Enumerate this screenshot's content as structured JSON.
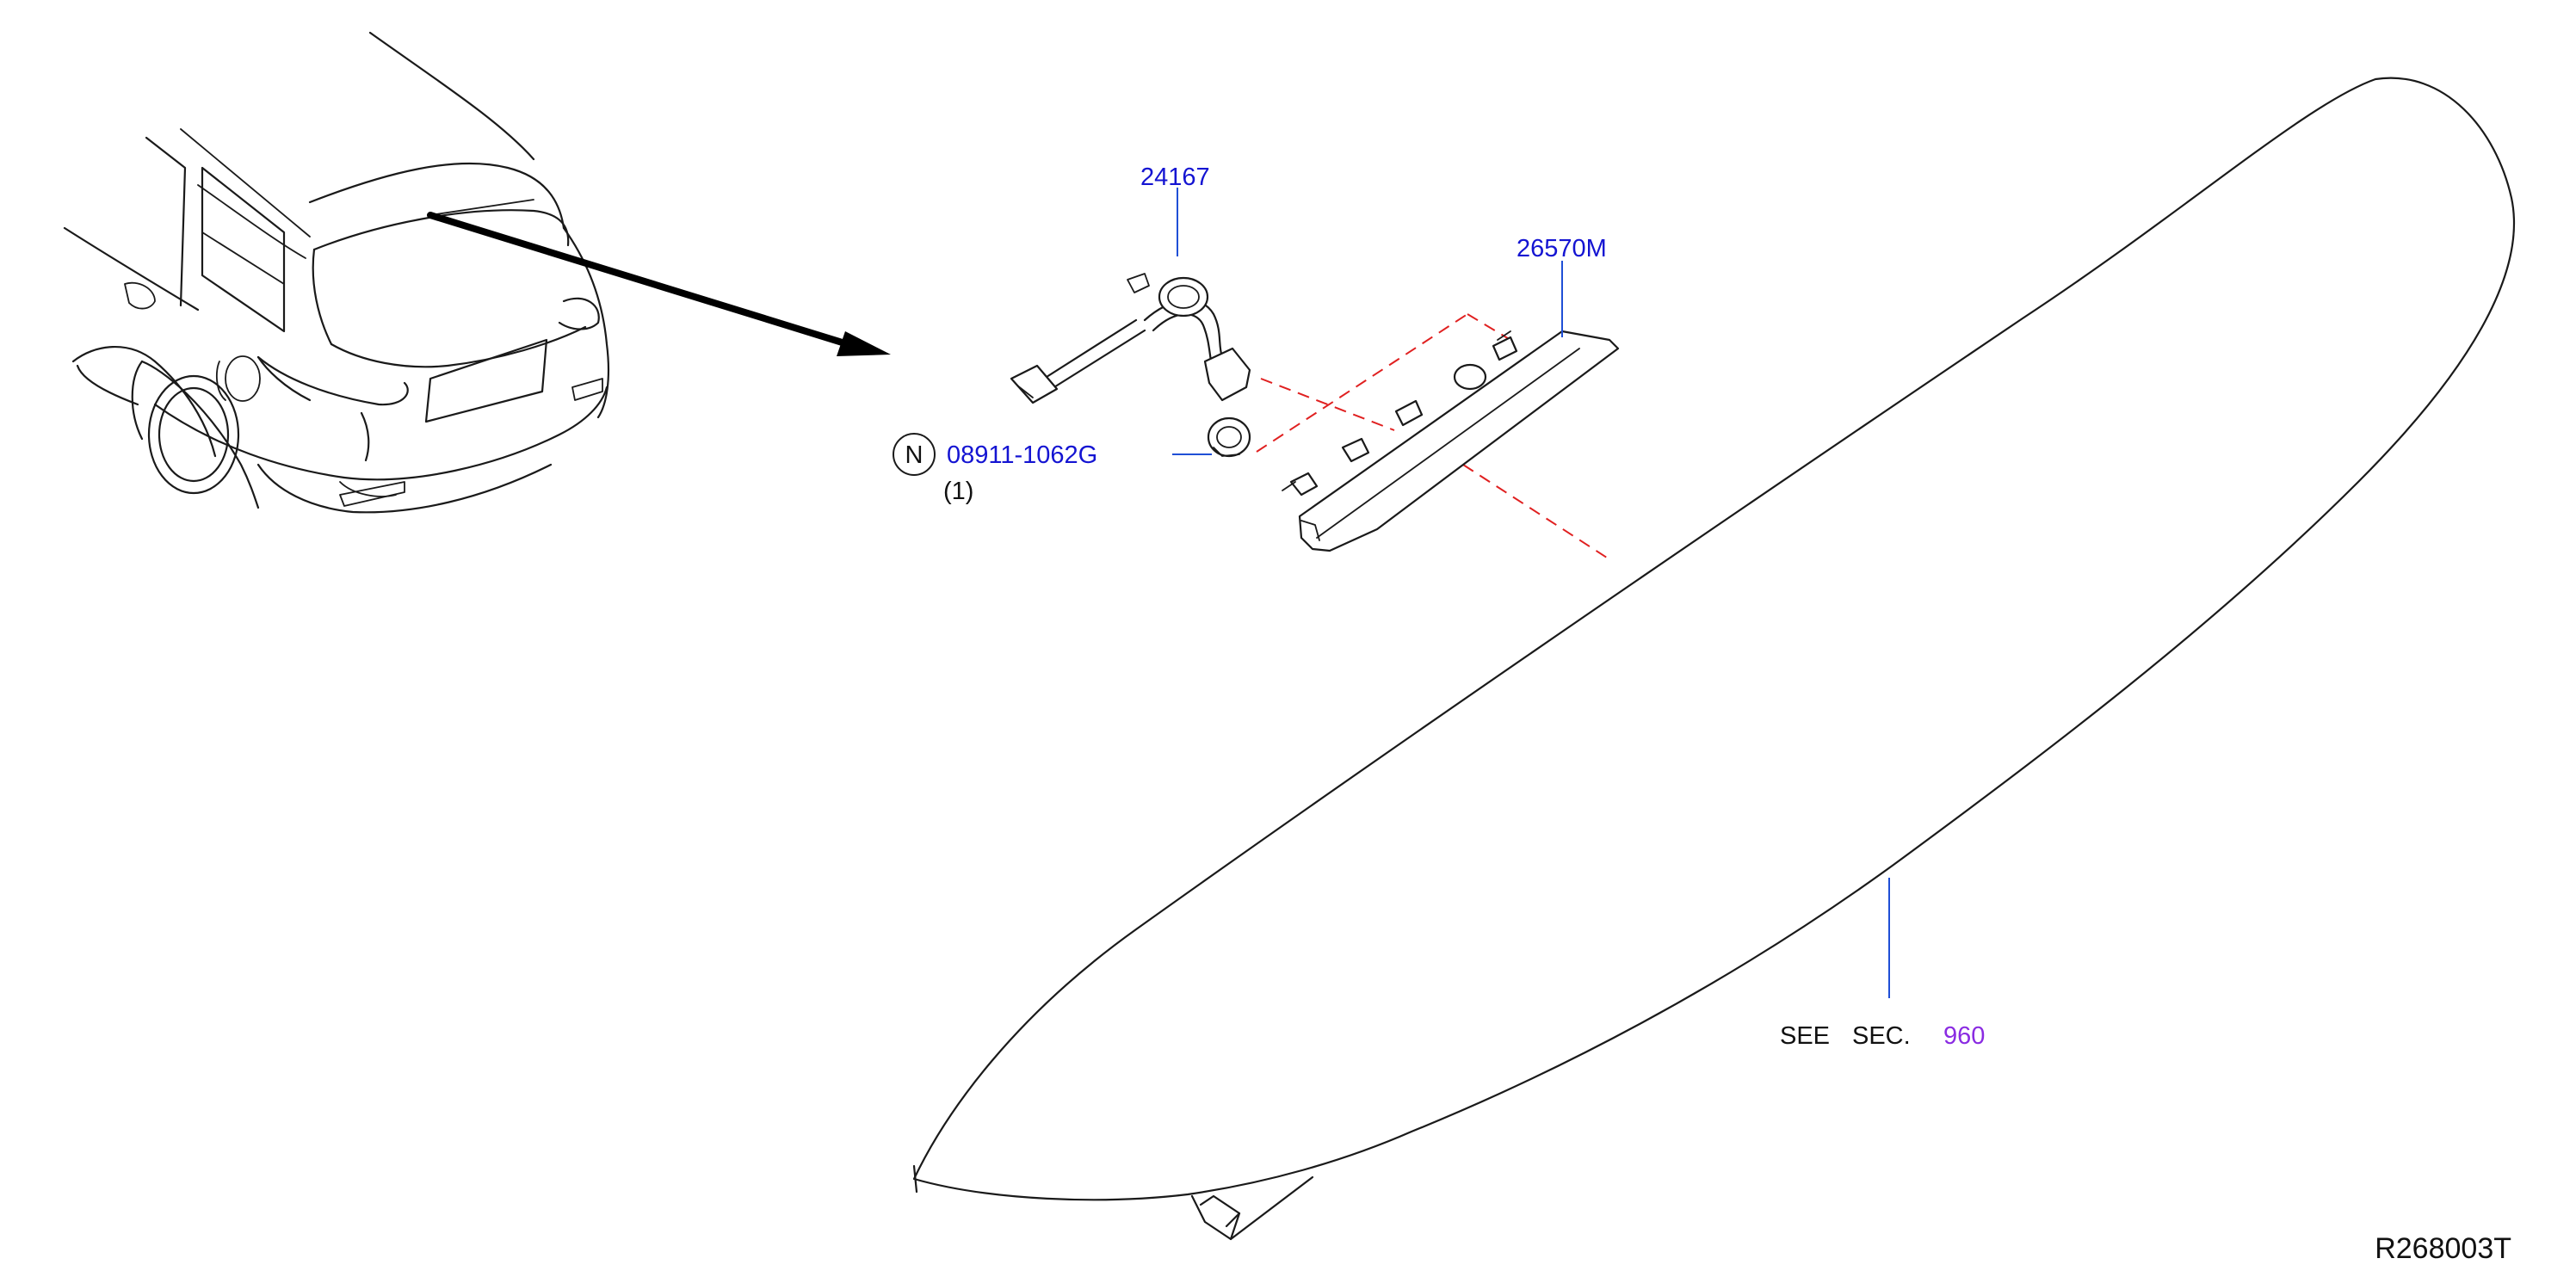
{
  "callouts": {
    "harness": {
      "part_number": "24167"
    },
    "stop_lamp": {
      "part_number": "26570M"
    },
    "nut": {
      "symbol": "N",
      "part_number": "08911-1062G",
      "quantity": "(1)"
    },
    "spoiler": {
      "see": "SEE",
      "sec": "SEC.",
      "section_number": "960"
    }
  },
  "reference_code": "R268003T",
  "colors": {
    "part_number_text": "#1414d2",
    "section_link_text": "#8a2be2",
    "leader_line": "#1f4fd6",
    "alignment_dash": "#e02020",
    "line_art": "#1a1a1a"
  }
}
